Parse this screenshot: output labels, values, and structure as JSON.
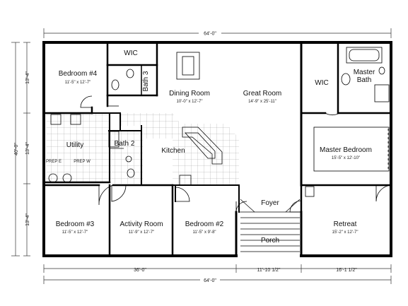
{
  "overall": {
    "width_top": "64'-0\"",
    "width_bottom": "64'-0\"",
    "depth_left": "40'-0\""
  },
  "left_dims": [
    "13'-4\"",
    "13'-4\"",
    "13'-4\""
  ],
  "bottom_dims": [
    "36'-0\"",
    "11'-10 1/2\"",
    "16'-1 1/2\""
  ],
  "rooms": {
    "wic_left": {
      "name": "WIC"
    },
    "bedroom4": {
      "name": "Bedroom #4",
      "size": "11'-5\" x 12'-7\""
    },
    "bath3": {
      "name": "Bath 3"
    },
    "dining": {
      "name": "Dining Room",
      "size": "10'-0\" x 12'-7\""
    },
    "great": {
      "name": "Great Room",
      "size": "14'-9\" x 25'-11\""
    },
    "wic_right": {
      "name": "WIC"
    },
    "master_bath": {
      "line1": "Master",
      "line2": "Bath"
    },
    "utility": {
      "name": "Utility"
    },
    "prep1": {
      "name": "PREP E"
    },
    "prep2": {
      "name": "PREP W"
    },
    "bath2": {
      "name": "Bath 2"
    },
    "kitchen": {
      "name": "Kitchen"
    },
    "master_bed": {
      "name": "Master Bedroom",
      "size": "15'-5\" x 12'-10\""
    },
    "foyer": {
      "name": "Foyer"
    },
    "porch": {
      "name": "Porch"
    },
    "bedroom3": {
      "name": "Bedroom #3",
      "size": "11'-5\" x 12'-7\""
    },
    "activity": {
      "name": "Activity Room",
      "size": "11'-9\" x 12'-7\""
    },
    "bedroom2": {
      "name": "Bedroom #2",
      "size": "11'-5\" x 9'-8\""
    },
    "retreat": {
      "name": "Retreat",
      "size": "15'-2\" x 12'-7\""
    }
  }
}
